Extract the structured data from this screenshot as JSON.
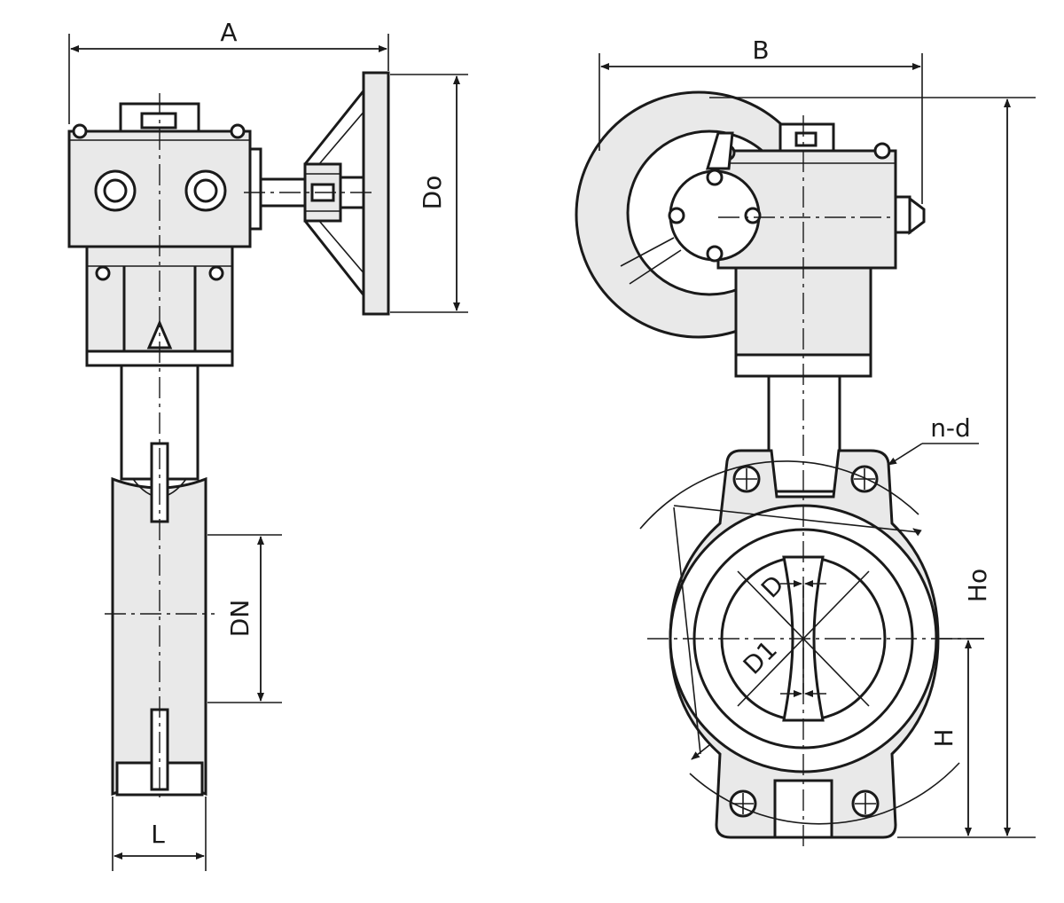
{
  "labels": {
    "A": "A",
    "B": "B",
    "Do": "Do",
    "DN": "DN",
    "L": "L",
    "Ho": "Ho",
    "H": "H",
    "D": "D",
    "D1": "D1",
    "nd": "n-d"
  },
  "colors": {
    "line": "#1a1a1a",
    "fill": "#e9e9e9",
    "background": "#ffffff"
  }
}
